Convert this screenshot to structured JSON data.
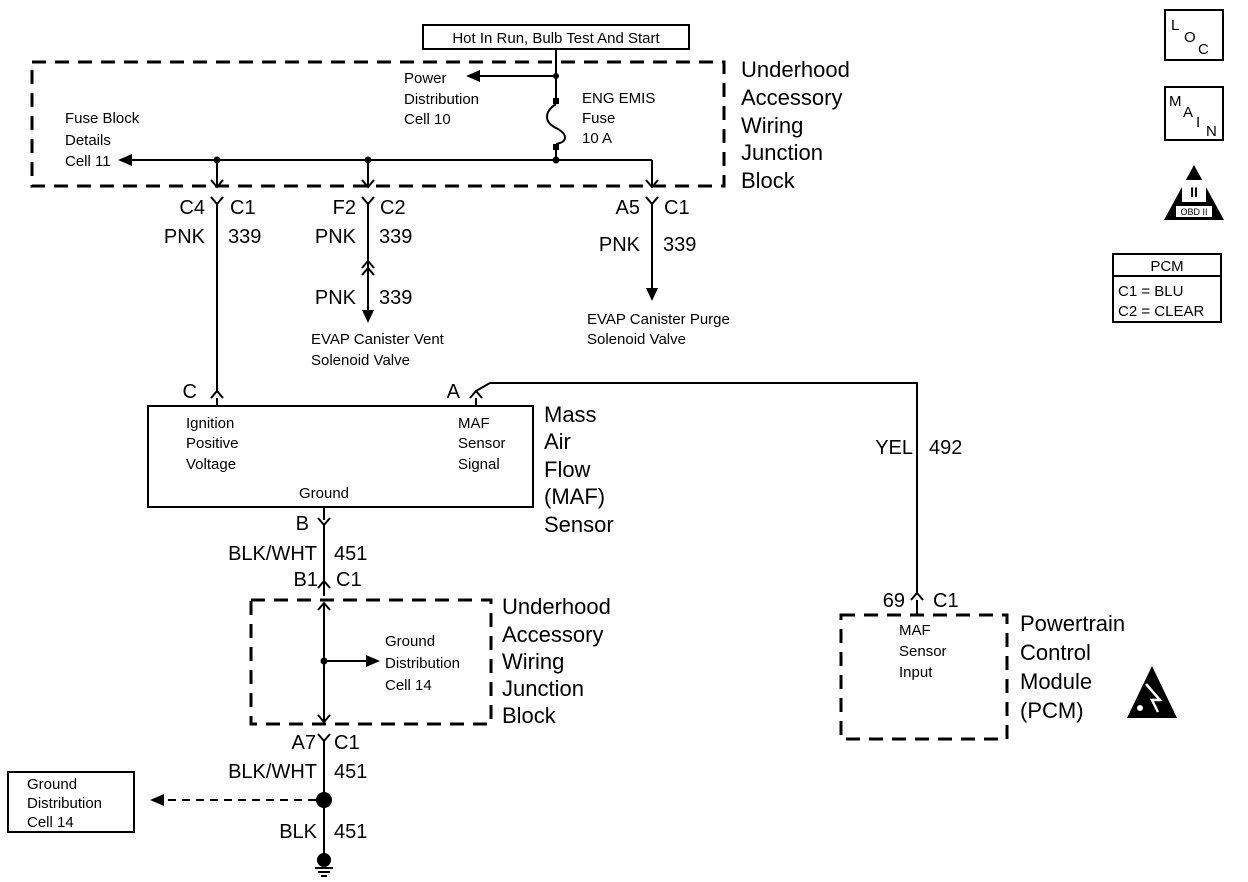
{
  "power_header": "Hot In Run, Bulb Test And Start",
  "side_icons": {
    "loc": {
      "l1": "L",
      "l2": "O",
      "l3": "C"
    },
    "main": {
      "l1": "M",
      "l2": "A",
      "l3": "I",
      "l4": "N"
    },
    "obd": {
      "numeral": "II",
      "label": "OBD II"
    },
    "pcm_connectors": {
      "title": "PCM",
      "c1": "C1 = BLU",
      "c2": "C2 = CLEAR"
    }
  },
  "junction_block_top": {
    "label": [
      "Underhood",
      "Accessory",
      "Wiring",
      "Junction",
      "Block"
    ],
    "fuse_block_ref": [
      "Fuse Block",
      "Details",
      "Cell 11"
    ],
    "power_dist_ref": [
      "Power",
      "Distribution",
      "Cell 10"
    ],
    "fuse": [
      "ENG EMIS",
      "Fuse",
      "10 A"
    ]
  },
  "connectors": {
    "c4": {
      "pin": "C4",
      "conn": "C1"
    },
    "f2": {
      "pin": "F2",
      "conn": "C2"
    },
    "a5": {
      "pin": "A5",
      "conn": "C1"
    },
    "maf_c": "C",
    "maf_a": "A",
    "maf_b": "B",
    "b1": {
      "pin": "B1",
      "conn": "C1"
    },
    "a7": {
      "pin": "A7",
      "conn": "C1"
    },
    "pcm69": {
      "pin": "69",
      "conn": "C1"
    }
  },
  "wires": {
    "w1": {
      "color": "PNK",
      "circuit": "339"
    },
    "w2": {
      "color": "PNK",
      "circuit": "339"
    },
    "w3": {
      "color": "PNK",
      "circuit": "339"
    },
    "w4": {
      "color": "PNK",
      "circuit": "339"
    },
    "yel": {
      "color": "YEL",
      "circuit": "492"
    },
    "bw1": {
      "color": "BLK/WHT",
      "circuit": "451"
    },
    "bw2": {
      "color": "BLK/WHT",
      "circuit": "451"
    },
    "blk": {
      "color": "BLK",
      "circuit": "451"
    }
  },
  "evap_vent": [
    "EVAP  Canister Vent",
    "Solenoid Valve"
  ],
  "evap_purge": [
    "EVAP Canister Purge",
    "Solenoid Valve"
  ],
  "maf_sensor": {
    "label": [
      "Mass",
      "Air",
      "Flow",
      "(MAF)",
      "Sensor"
    ],
    "ign": [
      "Ignition",
      "Positive",
      "Voltage"
    ],
    "signal": [
      "MAF",
      "Sensor",
      "Signal"
    ],
    "ground": "Ground"
  },
  "junction_block_bottom": {
    "label": [
      "Underhood",
      "Accessory",
      "Wiring",
      "Junction",
      "Block"
    ],
    "ground_ref": [
      "Ground",
      "Distribution",
      "Cell 14"
    ]
  },
  "ground_dist_box": [
    "Ground",
    "Distribution",
    "Cell 14"
  ],
  "pcm": {
    "label": [
      "Powertrain",
      "Control",
      "Module",
      "(PCM)"
    ],
    "input": [
      "MAF",
      "Sensor",
      "Input"
    ]
  }
}
